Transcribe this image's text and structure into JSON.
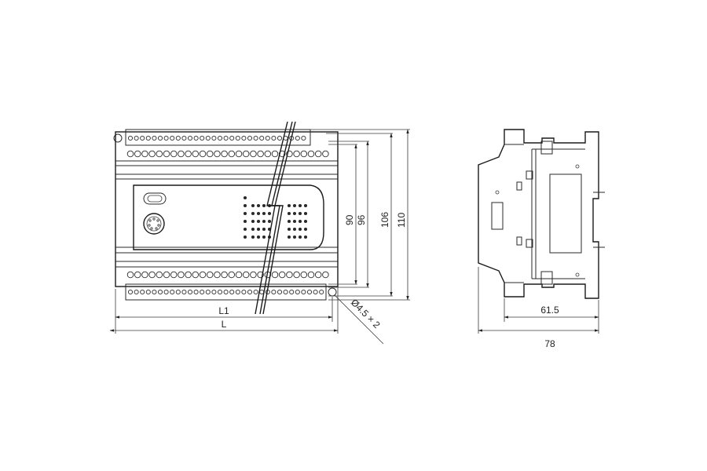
{
  "front_view": {
    "dim_L1": "L1",
    "dim_L": "L",
    "dim_90": "90",
    "dim_96": "96",
    "dim_106": "106",
    "dim_110": "110",
    "hole_note": "Ø4.5 × 2"
  },
  "side_view": {
    "dim_61_5": "61.5",
    "dim_78": "78"
  },
  "colors": {
    "line": "#2a2a2a",
    "background": "#ffffff"
  }
}
